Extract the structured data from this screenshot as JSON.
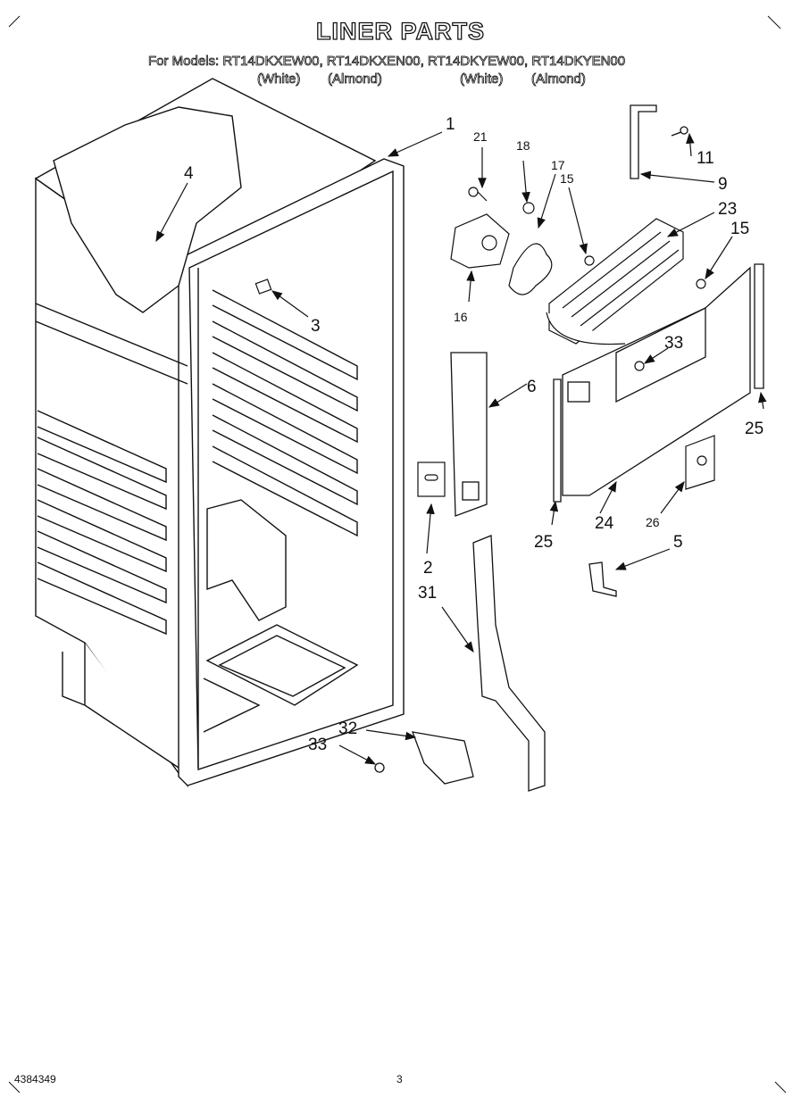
{
  "title": "LINER PARTS",
  "models_line": "For Models: RT14DKXEW00, RT14DKXEN00, RT14DKYEW00, RT14DKYEN00",
  "color_labels": [
    "(White)",
    "(Almond)",
    "(White)",
    "(Almond)"
  ],
  "callouts": {
    "c1": "1",
    "c2": "2",
    "c3": "3",
    "c4": "4",
    "c5": "5",
    "c6": "6",
    "c9": "9",
    "c11": "11",
    "c15a": "15",
    "c15b": "15",
    "c16": "16",
    "c17": "17",
    "c18": "18",
    "c21": "21",
    "c23": "23",
    "c24": "24",
    "c25a": "25",
    "c25b": "25",
    "c26": "26",
    "c31": "31",
    "c32": "32",
    "c33a": "33",
    "c33b": "33"
  },
  "footer": {
    "doc_number": "4384349",
    "page_number": "3"
  }
}
